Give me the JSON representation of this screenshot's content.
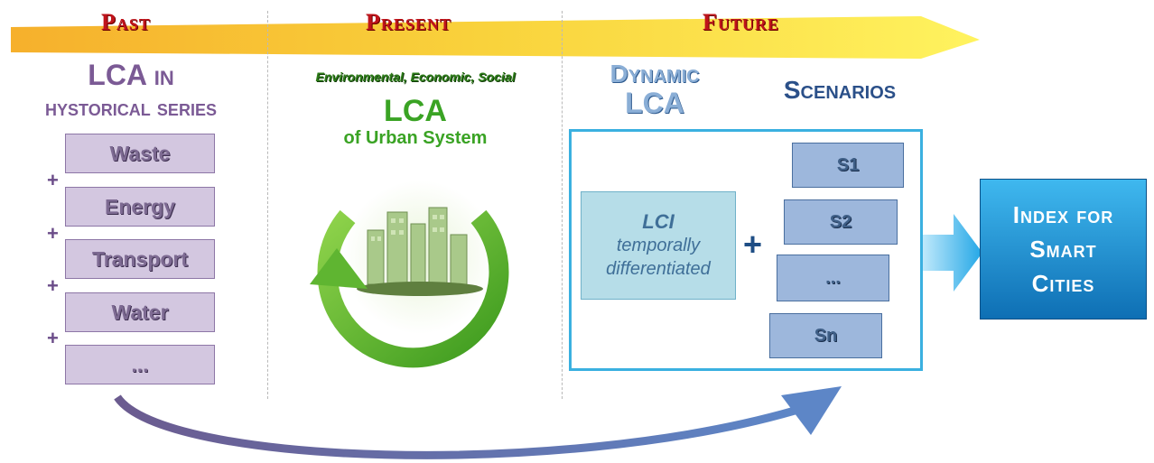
{
  "timeline": {
    "eras": [
      "Past",
      "Present",
      "Future"
    ],
    "colors": {
      "arrow_start": "#f7b733",
      "arrow_end": "#fff25a",
      "era_label": "#c0141b"
    }
  },
  "past": {
    "title_line1": "LCA in",
    "title_line2": "hystorical series",
    "items": [
      "Waste",
      "Energy",
      "Transport",
      "Water",
      "..."
    ],
    "plus": "+"
  },
  "present": {
    "subtitle": "Environmental, Economic, Social",
    "title": "LCA",
    "subtitle2": "of Urban System",
    "icon": "recycle-arrow-city-icon"
  },
  "future": {
    "title_line1": "Dynamic",
    "title_line2": "LCA",
    "scenarios_title": "Scenarios",
    "lci": {
      "title": "LCI",
      "line2": "temporally",
      "line3": "differentiated"
    },
    "plus": "+",
    "scenarios": [
      "S1",
      "S2",
      "...",
      "Sn"
    ]
  },
  "output": {
    "line1": "Index for",
    "line2": "Smart",
    "line3": "Cities"
  }
}
